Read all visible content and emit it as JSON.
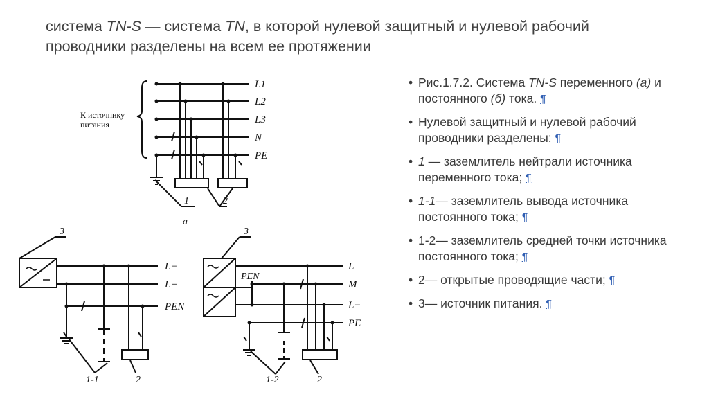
{
  "title": {
    "p1": "система ",
    "p2": "TN-S",
    "p3": " — система ",
    "p4": "TN",
    "p5": ", в которой нулевой защитный и нулевой рабочий проводники разделены на всем ее протяжении"
  },
  "diagram_a": {
    "source_label_1": "К источнику",
    "source_label_2": "питания",
    "conductors": [
      "L1",
      "L2",
      "L3",
      "N",
      "PE"
    ],
    "callout_1": "1",
    "callout_2": "2",
    "caption": "а"
  },
  "diagram_b": {
    "source_number": "3",
    "conductors": [
      "L−",
      "L+",
      "PEN"
    ],
    "callout_1": "1-1",
    "callout_2": "2"
  },
  "diagram_c": {
    "source_number": "3",
    "conductors": [
      "L",
      "M",
      "L−",
      "PE"
    ],
    "pen_label": "PEN",
    "callout_1": "1-2",
    "callout_2": "2"
  },
  "bullets": [
    {
      "parts": [
        {
          "t": "Рис.1.7.2. Система "
        },
        {
          "t": "TN-S",
          "i": true
        },
        {
          "t": " переменного "
        },
        {
          "t": "(а)",
          "i": true
        },
        {
          "t": " и постоянного "
        },
        {
          "t": "(б)",
          "i": true
        },
        {
          "t": " тока. "
        }
      ]
    },
    {
      "parts": [
        {
          "t": "Нулевой защитный и нулевой рабочий проводники разделены: "
        }
      ]
    },
    {
      "parts": [
        {
          "t": "1",
          "i": true
        },
        {
          "t": " — заземлитель нейтрали источника переменного тока; "
        }
      ]
    },
    {
      "parts": [
        {
          "t": "1-1",
          "i": true
        },
        {
          "t": "— заземлитель вывода источника постоянного тока; "
        }
      ]
    },
    {
      "parts": [
        {
          "t": "1-2— заземлитель средней точки источника постоянного тока; "
        }
      ]
    },
    {
      "parts": [
        {
          "t": "2— открытые проводящие части; "
        }
      ]
    },
    {
      "parts": [
        {
          "t": "3— источник питания. "
        }
      ]
    }
  ],
  "pilcrow": "¶"
}
